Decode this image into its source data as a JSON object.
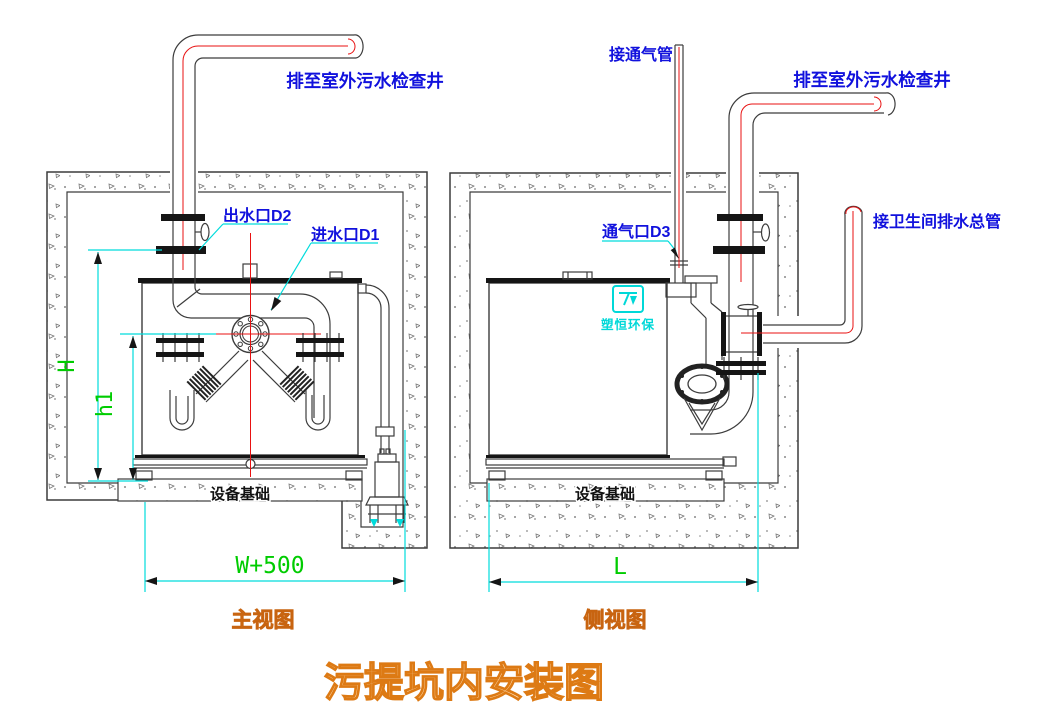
{
  "title": "污提坑内安装图",
  "front_view": {
    "caption": "主视图",
    "labels": {
      "discharge": "排至室外污水检查井",
      "outlet_d2": "出水口D2",
      "inlet_d1": "进水口D1",
      "foundation": "设备基础"
    },
    "dimensions": {
      "h": "H",
      "h1": "h1",
      "w": "W+500"
    }
  },
  "side_view": {
    "caption": "侧视图",
    "labels": {
      "vent_pipe": "接通气管",
      "discharge": "排至室外污水检查井",
      "vent_port_d3": "通气口D3",
      "toilet_main": "接卫生间排水总管",
      "foundation": "设备基础"
    },
    "dimensions": {
      "l": "L"
    }
  },
  "logo": {
    "brand": "塑恒环保"
  },
  "colors": {
    "line": "#3c3c3c",
    "centerline_red": "#e81212",
    "dimension_cyan": "#00dcdc",
    "dimension_text_green": "#00cc00",
    "label_blue": "#1111dd",
    "view_caption_orange": "#f0983d",
    "title_outline_orange": "#dd7a14",
    "logo_cyan": "#00d8d8",
    "flange_black": "#151515"
  }
}
